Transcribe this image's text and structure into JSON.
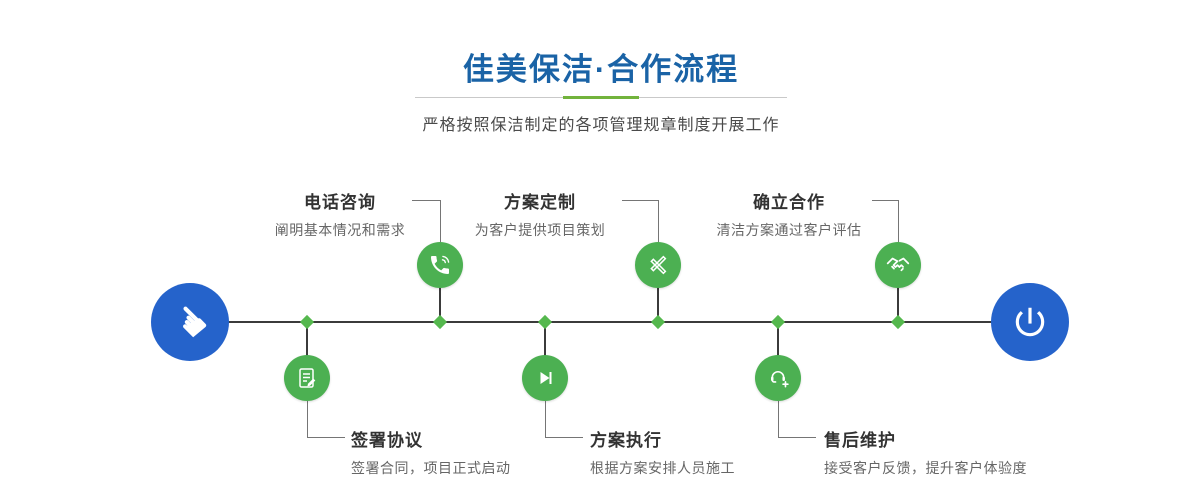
{
  "header": {
    "title": "佳美保洁·合作流程",
    "subtitle": "严格按照保洁制定的各项管理规章制度开展工作"
  },
  "steps": [
    {
      "title": "电话咨询",
      "desc": "阐明基本情况和需求",
      "icon": "phone-icon"
    },
    {
      "title": "方案定制",
      "desc": "为客户提供项目策划",
      "icon": "pencil-ruler-icon"
    },
    {
      "title": "确立合作",
      "desc": "清洁方案通过客户评估",
      "icon": "handshake-icon"
    },
    {
      "title": "签署协议",
      "desc": "签署合同，项目正式启动",
      "icon": "contract-icon"
    },
    {
      "title": "方案执行",
      "desc": "根据方案安排人员施工",
      "icon": "play-icon"
    },
    {
      "title": "售后维护",
      "desc": "接受客户反馈，提升客户体验度",
      "icon": "headset-icon"
    }
  ],
  "terminals": {
    "start_icon": "pointing-hand-icon",
    "start_glyph": "☚",
    "end_icon": "power-icon"
  },
  "colors": {
    "title_blue": "#1a63a6",
    "divider_green": "#72b33c",
    "node_green": "#4cb052",
    "diamond_green": "#55b84e",
    "terminal_blue": "#2563cb",
    "line_dark": "#3b3b3b"
  }
}
